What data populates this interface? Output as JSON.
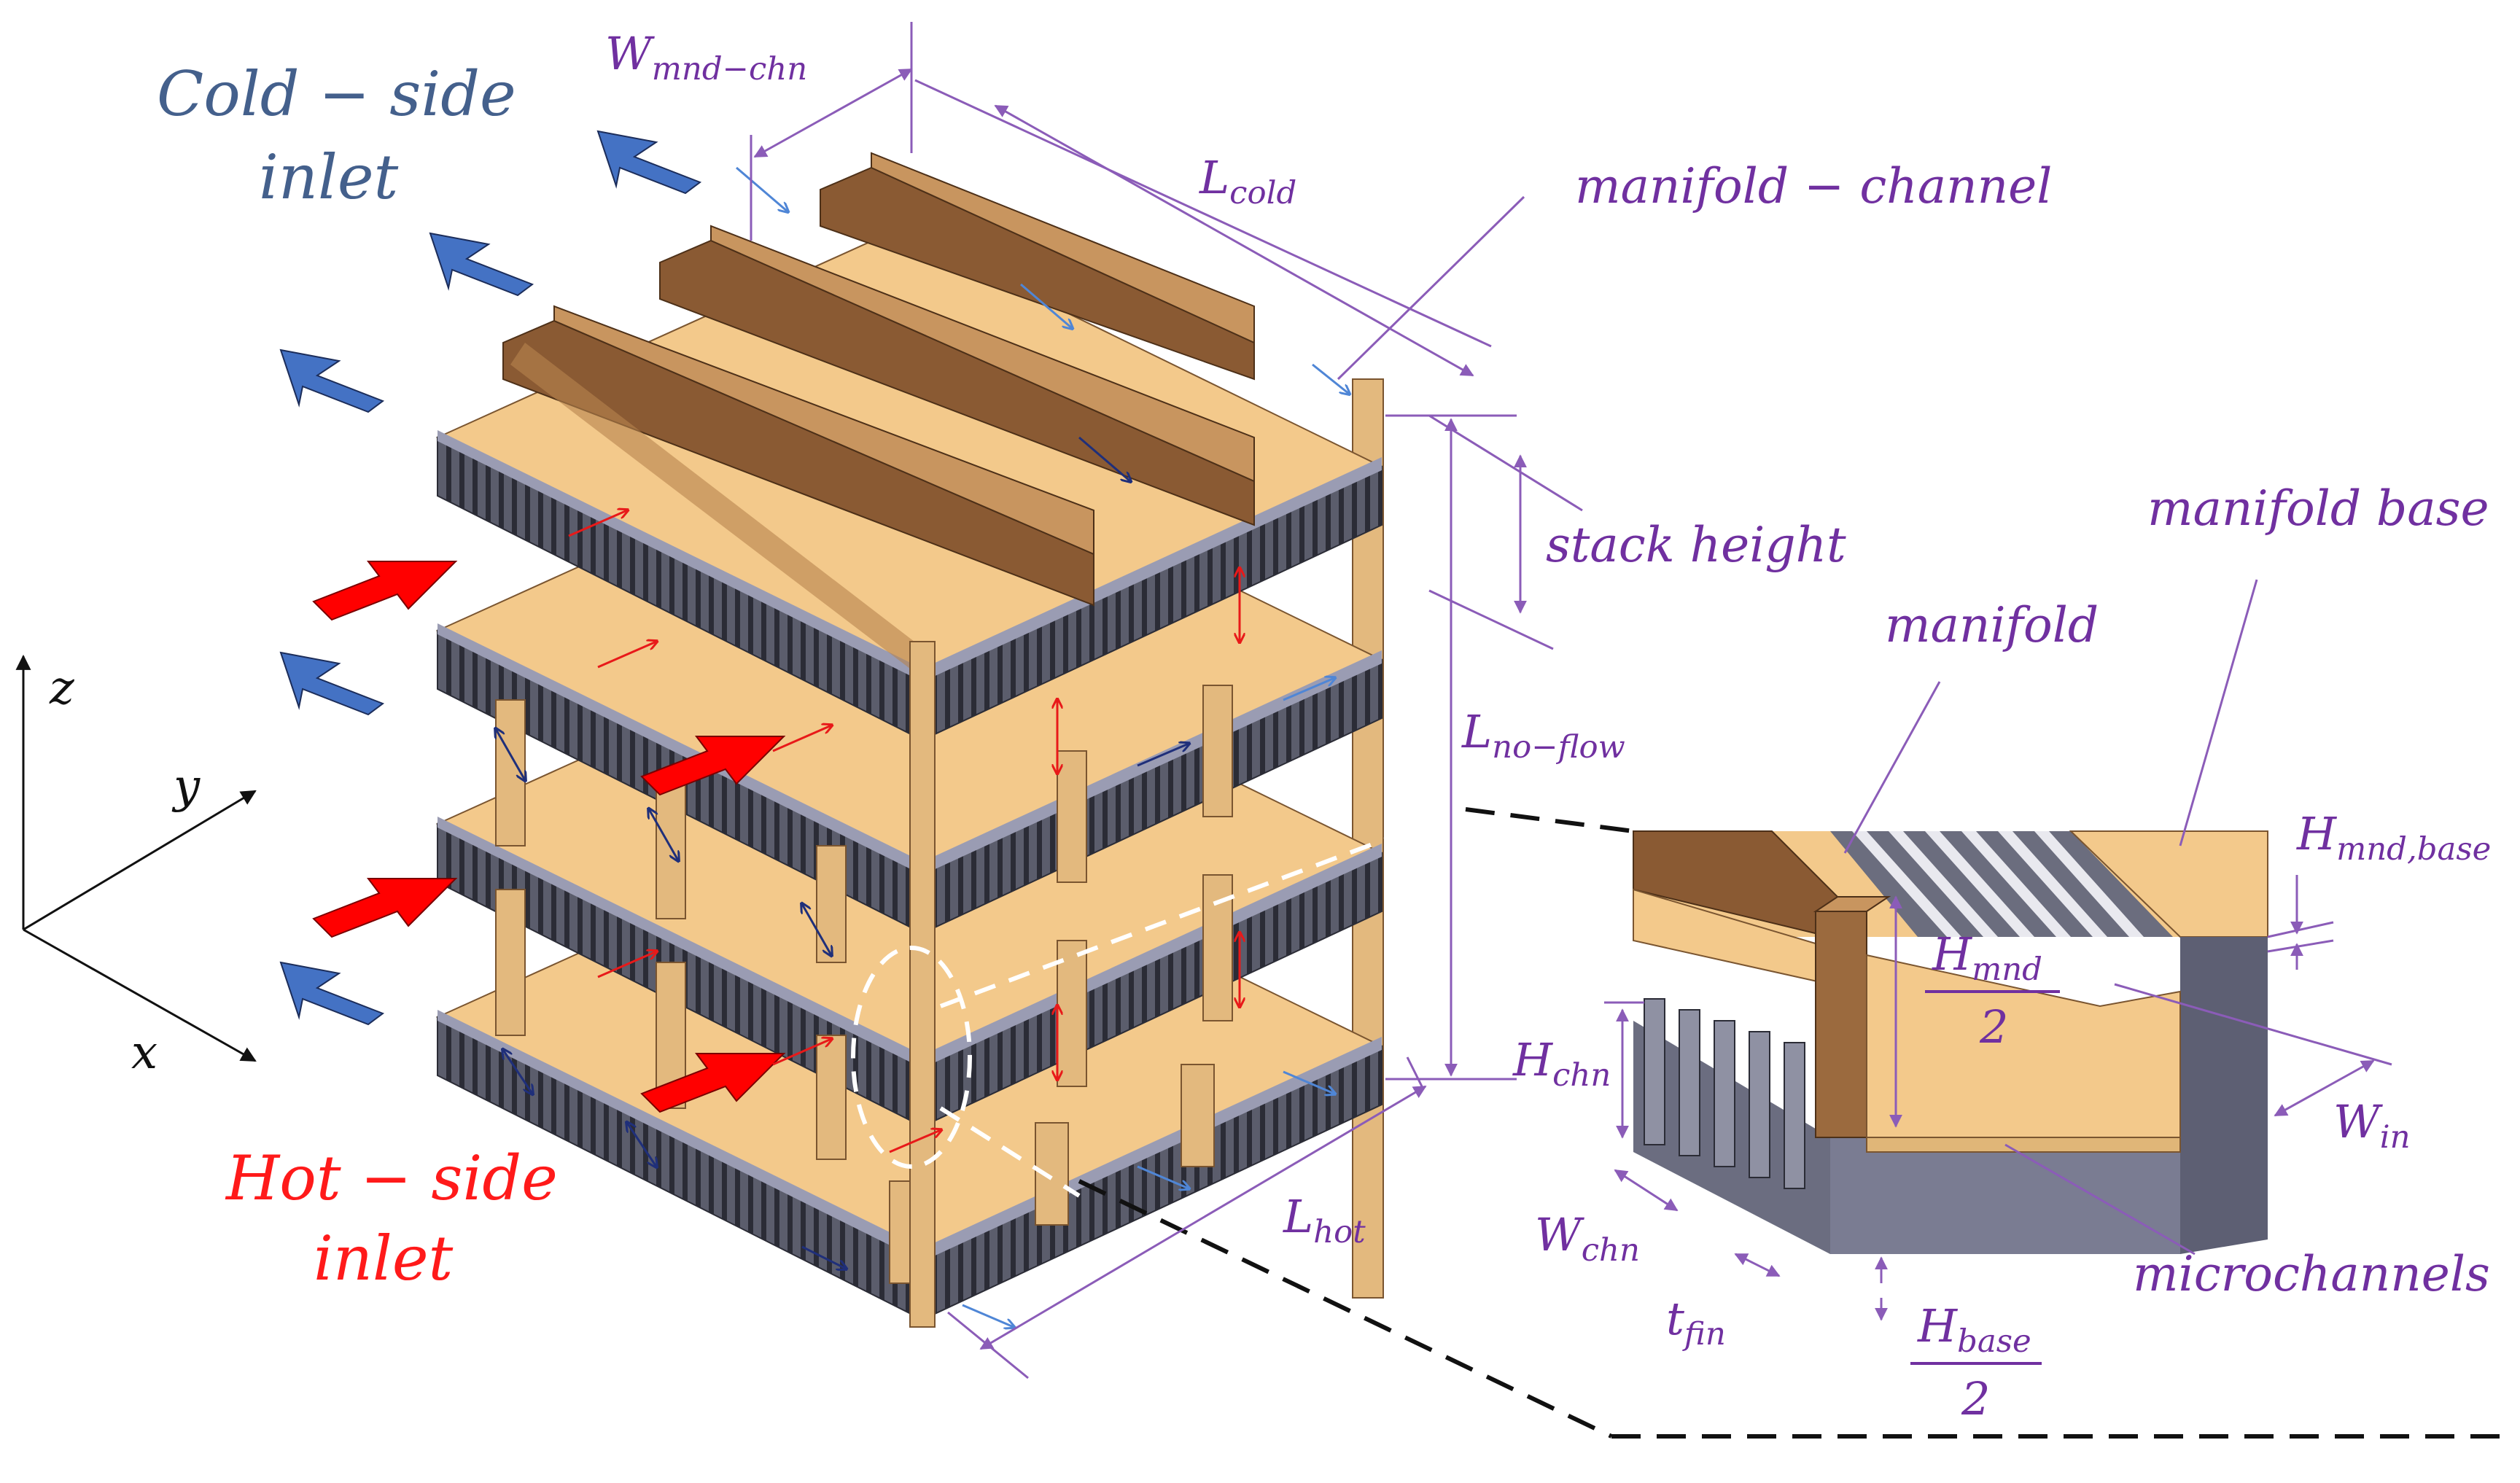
{
  "titles": {
    "cold_inlet_1": "Cold − side",
    "cold_inlet_2": "inlet",
    "hot_inlet_1": "Hot − side",
    "hot_inlet_2": "inlet"
  },
  "axes": {
    "z": "z",
    "y": "y",
    "x": "x"
  },
  "labels": {
    "w_mnd_chn": {
      "main": "W",
      "sub": "mnd−chn"
    },
    "l_cold": {
      "main": "L",
      "sub": "cold"
    },
    "manifold_channel": "manifold − channel",
    "stack_height": "stack height",
    "manifold_base": "manifold base",
    "manifold": "manifold",
    "l_no_flow": {
      "main": "L",
      "sub": "no−flow"
    },
    "h_mnd_base": {
      "main": "H",
      "sub": "mnd,base"
    },
    "h_mnd_half": {
      "main": "H",
      "sub": "mnd",
      "den": "2"
    },
    "h_chn": {
      "main": "H",
      "sub": "chn"
    },
    "w_in": {
      "main": "W",
      "sub": "in"
    },
    "w_chn": {
      "main": "W",
      "sub": "chn"
    },
    "l_hot": {
      "main": "L",
      "sub": "hot"
    },
    "microchannels": "microchannels",
    "t_fin": {
      "main": "t",
      "sub": "fin"
    },
    "h_base_half": {
      "main": "H",
      "sub": "base",
      "den": "2"
    }
  },
  "colors": {
    "cold_arrow": "#4472C4",
    "hot_arrow": "#FF0000",
    "label": "#7030A0",
    "wood": "#F3C98B",
    "wood_dark": "#8A5A33",
    "plate": "#8E90A6",
    "fins": "#3A3B46"
  }
}
